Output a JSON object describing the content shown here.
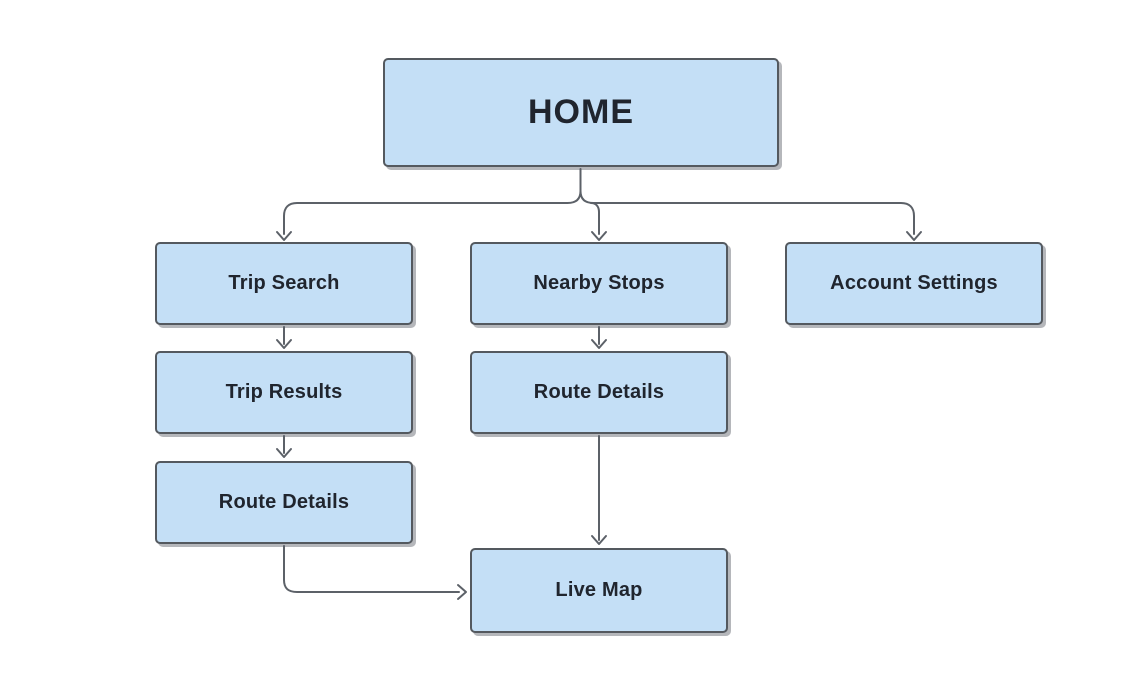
{
  "diagram": {
    "title": "App navigation flowchart",
    "colors": {
      "background": "#ffffff",
      "node_fill": "#c4dff6",
      "node_border": "#54595f",
      "connector": "#5c6168",
      "text": "#20252e"
    },
    "nodes": {
      "home": {
        "label": "HOME"
      },
      "trip_search": {
        "label": "Trip Search"
      },
      "nearby_stops": {
        "label": "Nearby Stops"
      },
      "account_settings": {
        "label": "Account Settings"
      },
      "trip_results": {
        "label": "Trip Results"
      },
      "route_details_left": {
        "label": "Route Details"
      },
      "route_details_mid": {
        "label": "Route Details"
      },
      "live_map": {
        "label": "Live Map"
      }
    },
    "edges": [
      {
        "from": "home",
        "to": "trip_search"
      },
      {
        "from": "home",
        "to": "nearby_stops"
      },
      {
        "from": "home",
        "to": "account_settings"
      },
      {
        "from": "trip_search",
        "to": "trip_results"
      },
      {
        "from": "trip_results",
        "to": "route_details_left"
      },
      {
        "from": "nearby_stops",
        "to": "route_details_mid"
      },
      {
        "from": "route_details_mid",
        "to": "live_map"
      },
      {
        "from": "route_details_left",
        "to": "live_map"
      }
    ]
  }
}
